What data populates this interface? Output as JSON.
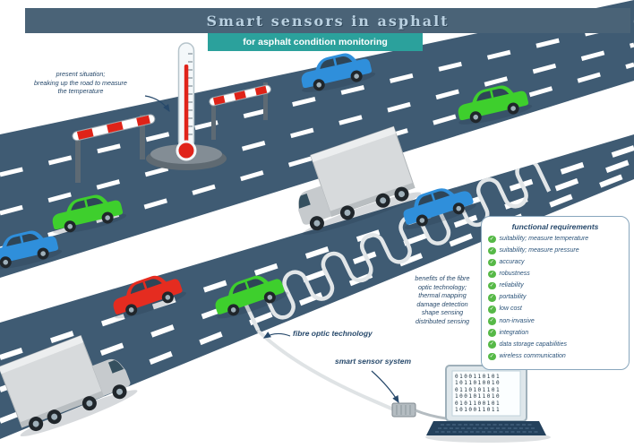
{
  "header": {
    "title": "Smart sensors in asphalt",
    "subtitle": "for asphalt condition monitoring"
  },
  "annotations": {
    "present_situation": [
      "present situation;",
      "breaking up the road to measure",
      "the temperature"
    ],
    "benefits": [
      "benefits of the fibre",
      "optic technology;",
      "thermal mapping",
      "damage detection",
      "shape sensing",
      "distributed sensing"
    ],
    "fibre_label": "fibre optic technology",
    "sensor_label": "smart sensor system"
  },
  "requirements": {
    "title": "functional requirements",
    "check_glyph": "✓",
    "items": [
      "suitability; measure temperature",
      "suitability; measure pressure",
      "accuracy",
      "robustness",
      "reliability",
      "portability",
      "low cost",
      "non-invasive",
      "integration",
      "data storage capabilities",
      "wireless communication"
    ]
  },
  "laptop": {
    "screen_lines": [
      "0100110101",
      "1011010010",
      "0110101101",
      "1001011010",
      "0101100101",
      "1010011011"
    ]
  },
  "colors": {
    "header_bg": "#4a6377",
    "subtitle_bg": "#2ba19c",
    "title_text": "#b9d0e0",
    "road": "#3f5b73",
    "annotation_text": "#27496b",
    "check_green": "#56b947",
    "car_green": "#3ecf2d",
    "car_blue": "#2f8fdb",
    "car_red": "#e52c20",
    "thermometer_red": "#e0241b",
    "cable_grey": "#e2e6e8"
  }
}
